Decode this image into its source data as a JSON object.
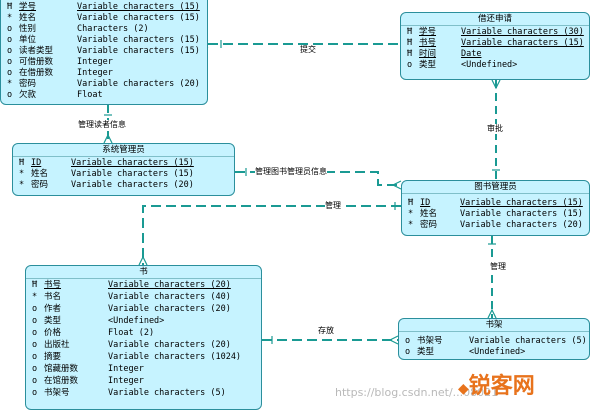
{
  "colors": {
    "entity_fill": "#c6f3ff",
    "entity_border": "#2b8f9c",
    "link": "#1a9a93",
    "brand": "#e8731c"
  },
  "entities": {
    "reader": {
      "title": "",
      "attrs": [
        {
          "mark": "Ħ",
          "name": "学号",
          "type": "Variable characters (15)"
        },
        {
          "mark": "*",
          "name": "姓名",
          "type": "Variable characters (15)"
        },
        {
          "mark": "o",
          "name": "性别",
          "type": "Characters (2)"
        },
        {
          "mark": "o",
          "name": "单位",
          "type": "Variable characters (15)"
        },
        {
          "mark": "o",
          "name": "读者类型",
          "type": "Variable characters (15)"
        },
        {
          "mark": "o",
          "name": "可借册数",
          "type": "Integer"
        },
        {
          "mark": "o",
          "name": "在借册数",
          "type": "Integer"
        },
        {
          "mark": "*",
          "name": "密码",
          "type": "Variable characters (20)"
        },
        {
          "mark": "o",
          "name": "欠款",
          "type": "Float"
        }
      ]
    },
    "borrow": {
      "title": "借还申请",
      "attrs": [
        {
          "mark": "Ħ",
          "name": "学号",
          "type": "Variable characters (30)"
        },
        {
          "mark": "Ħ",
          "name": "书号",
          "type": "Variable characters (15)"
        },
        {
          "mark": "Ħ",
          "name": "时间",
          "type": "Date"
        },
        {
          "mark": "o",
          "name": "类型",
          "type": "<Undefined>"
        }
      ]
    },
    "sysadmin": {
      "title": "系统管理员",
      "attrs": [
        {
          "mark": "Ħ",
          "name": "ID",
          "type": "Variable characters (15)"
        },
        {
          "mark": "*",
          "name": "姓名",
          "type": "Variable characters (15)"
        },
        {
          "mark": "*",
          "name": "密码",
          "type": "Variable characters (20)"
        }
      ]
    },
    "librarian": {
      "title": "图书管理员",
      "attrs": [
        {
          "mark": "Ħ",
          "name": "ID",
          "type": "Variable characters (15)"
        },
        {
          "mark": "*",
          "name": "姓名",
          "type": "Variable characters (15)"
        },
        {
          "mark": "*",
          "name": "密码",
          "type": "Variable characters (20)"
        }
      ]
    },
    "book": {
      "title": "书",
      "attrs": [
        {
          "mark": "Ħ",
          "name": "书号",
          "type": "Variable characters (20)"
        },
        {
          "mark": "*",
          "name": "书名",
          "type": "Variable characters (40)"
        },
        {
          "mark": "o",
          "name": "作者",
          "type": "Variable characters (20)"
        },
        {
          "mark": "o",
          "name": "类型",
          "type": "<Undefined>"
        },
        {
          "mark": "o",
          "name": "价格",
          "type": "Float (2)"
        },
        {
          "mark": "o",
          "name": "出版社",
          "type": "Variable characters (20)"
        },
        {
          "mark": "o",
          "name": "摘要",
          "type": "Variable characters (1024)"
        },
        {
          "mark": "o",
          "name": "馆藏册数",
          "type": "Integer"
        },
        {
          "mark": "o",
          "name": "在馆册数",
          "type": "Integer"
        },
        {
          "mark": "o",
          "name": "书架号",
          "type": "Variable characters (5)"
        }
      ]
    },
    "shelf": {
      "title": "书架",
      "attrs": [
        {
          "mark": "o",
          "name": "书架号",
          "type": "Variable characters (5)"
        },
        {
          "mark": "o",
          "name": "类型",
          "type": "<Undefined>"
        }
      ]
    }
  },
  "relations": {
    "submit": "提交",
    "manage_reader_info": "管理读者信息",
    "review": "审批",
    "manage_librarian_info": "管理图书管理员信息",
    "manage_books": "管理",
    "manage_shelf": "管理",
    "stored": "存放"
  },
  "watermark": {
    "url": "https://blog.csdn.net/...08021",
    "brand": "锐客网"
  }
}
